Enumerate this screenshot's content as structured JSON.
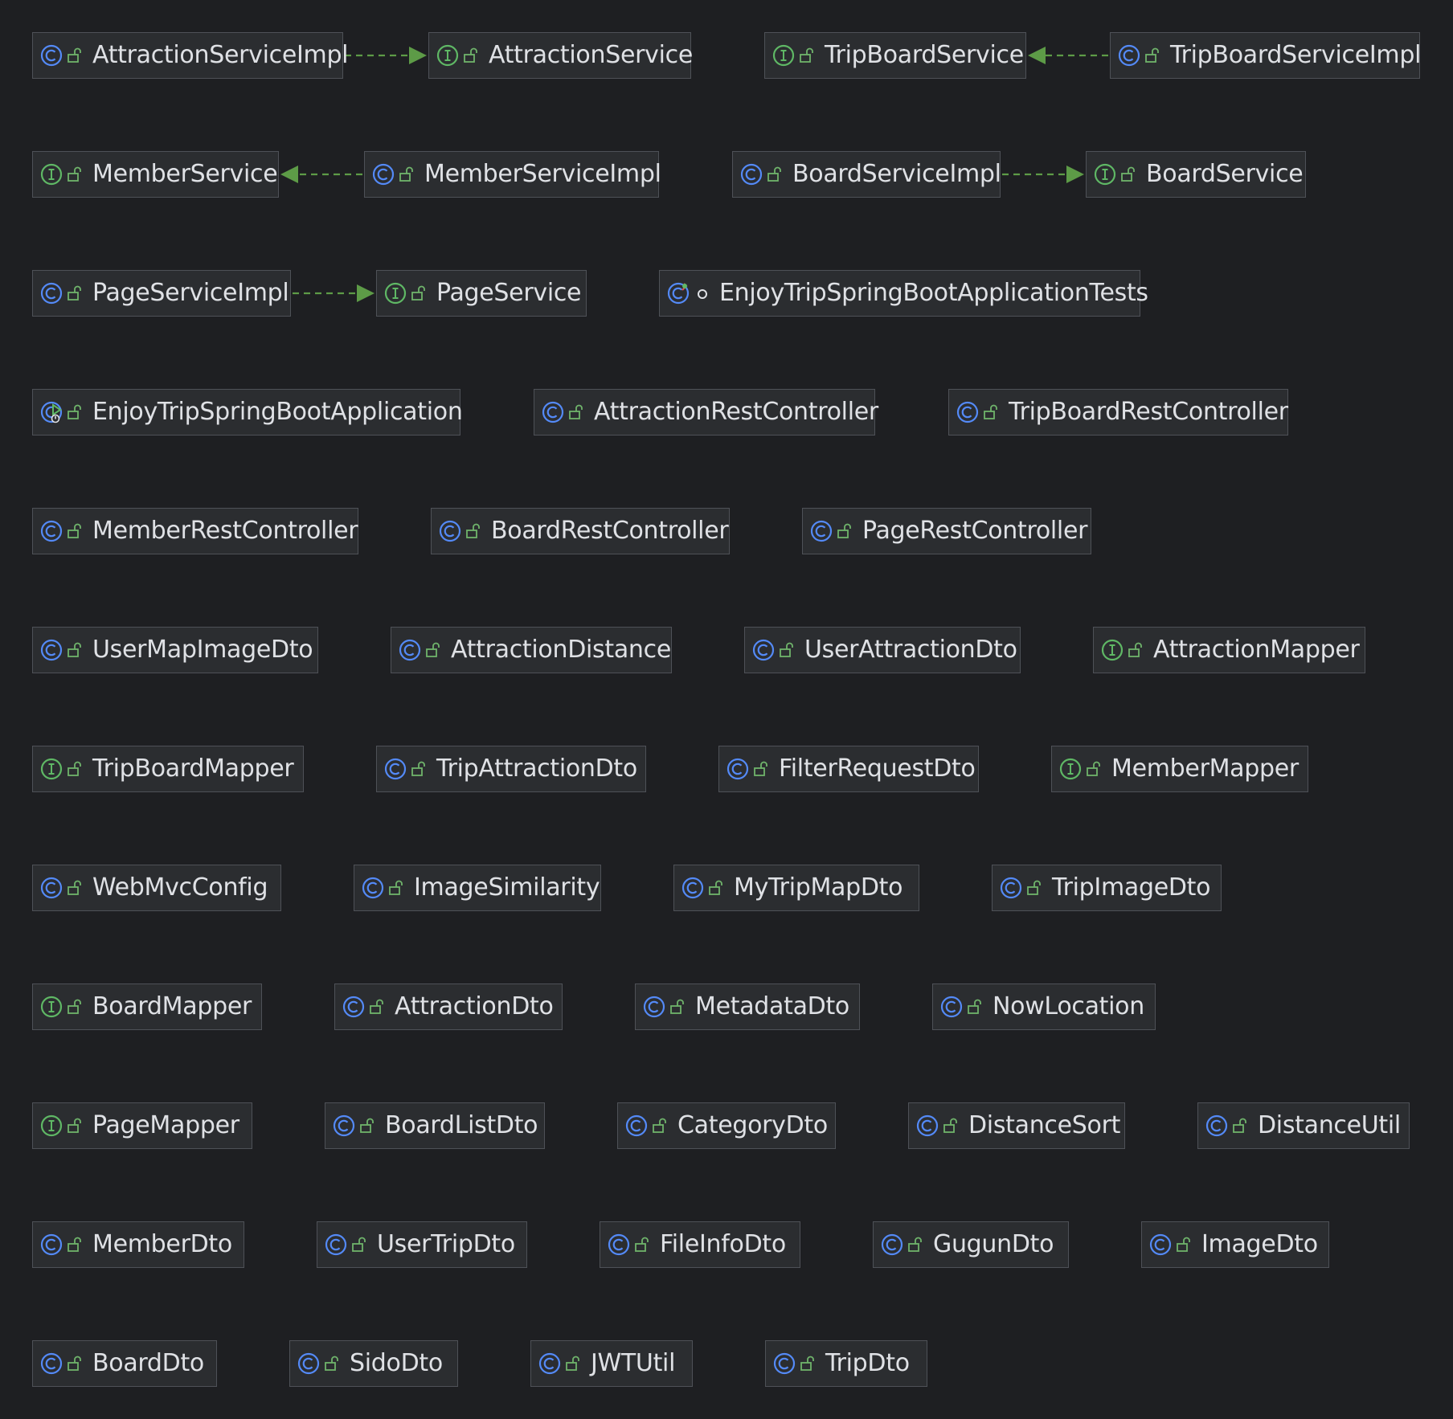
{
  "colors": {
    "background": "#1e1f22",
    "node_fill": "#2b2d30",
    "node_border": "#4e5157",
    "label": "#dfe1e5",
    "class_icon": "#548af7",
    "interface_icon": "#5fb865",
    "edge": "#5d9b47"
  },
  "diagram": {
    "nodes": [
      {
        "id": "n1",
        "label": "AttractionServiceImpl",
        "kind": "class",
        "icon": "class-icon"
      },
      {
        "id": "n2",
        "label": "AttractionService",
        "kind": "interface",
        "icon": "interface-icon"
      },
      {
        "id": "n3",
        "label": "TripBoardService",
        "kind": "interface",
        "icon": "interface-icon"
      },
      {
        "id": "n4",
        "label": "TripBoardServiceImpl",
        "kind": "class",
        "icon": "class-icon"
      },
      {
        "id": "n5",
        "label": "MemberService",
        "kind": "interface",
        "icon": "interface-icon"
      },
      {
        "id": "n6",
        "label": "MemberServiceImpl",
        "kind": "class",
        "icon": "class-icon"
      },
      {
        "id": "n7",
        "label": "BoardServiceImpl",
        "kind": "class",
        "icon": "class-icon"
      },
      {
        "id": "n8",
        "label": "BoardService",
        "kind": "interface",
        "icon": "interface-icon"
      },
      {
        "id": "n9",
        "label": "PageServiceImpl",
        "kind": "class",
        "icon": "class-icon"
      },
      {
        "id": "n10",
        "label": "PageService",
        "kind": "interface",
        "icon": "interface-icon"
      },
      {
        "id": "n11",
        "label": "EnjoyTripSpringBootApplicationTests",
        "kind": "test",
        "icon": "test-class-icon"
      },
      {
        "id": "n12",
        "label": "EnjoyTripSpringBootApplication",
        "kind": "app",
        "icon": "spring-boot-app-icon"
      },
      {
        "id": "n13",
        "label": "AttractionRestController",
        "kind": "class",
        "icon": "class-icon"
      },
      {
        "id": "n14",
        "label": "TripBoardRestController",
        "kind": "class",
        "icon": "class-icon"
      },
      {
        "id": "n15",
        "label": "MemberRestController",
        "kind": "class",
        "icon": "class-icon"
      },
      {
        "id": "n16",
        "label": "BoardRestController",
        "kind": "class",
        "icon": "class-icon"
      },
      {
        "id": "n17",
        "label": "PageRestController",
        "kind": "class",
        "icon": "class-icon"
      },
      {
        "id": "n18",
        "label": "UserMapImageDto",
        "kind": "class",
        "icon": "class-icon"
      },
      {
        "id": "n19",
        "label": "AttractionDistance",
        "kind": "class",
        "icon": "class-icon"
      },
      {
        "id": "n20",
        "label": "UserAttractionDto",
        "kind": "class",
        "icon": "class-icon"
      },
      {
        "id": "n21",
        "label": "AttractionMapper",
        "kind": "interface",
        "icon": "interface-icon"
      },
      {
        "id": "n22",
        "label": "TripBoardMapper",
        "kind": "interface",
        "icon": "interface-icon"
      },
      {
        "id": "n23",
        "label": "TripAttractionDto",
        "kind": "class",
        "icon": "class-icon"
      },
      {
        "id": "n24",
        "label": "FilterRequestDto",
        "kind": "class",
        "icon": "class-icon"
      },
      {
        "id": "n25",
        "label": "MemberMapper",
        "kind": "interface",
        "icon": "interface-icon"
      },
      {
        "id": "n26",
        "label": "WebMvcConfig",
        "kind": "class",
        "icon": "class-icon"
      },
      {
        "id": "n27",
        "label": "ImageSimilarity",
        "kind": "class",
        "icon": "class-icon"
      },
      {
        "id": "n28",
        "label": "MyTripMapDto",
        "kind": "class",
        "icon": "class-icon"
      },
      {
        "id": "n29",
        "label": "TripImageDto",
        "kind": "class",
        "icon": "class-icon"
      },
      {
        "id": "n30",
        "label": "BoardMapper",
        "kind": "interface",
        "icon": "interface-icon"
      },
      {
        "id": "n31",
        "label": "AttractionDto",
        "kind": "class",
        "icon": "class-icon"
      },
      {
        "id": "n32",
        "label": "MetadataDto",
        "kind": "class",
        "icon": "class-icon"
      },
      {
        "id": "n33",
        "label": "NowLocation",
        "kind": "class",
        "icon": "class-icon"
      },
      {
        "id": "n34",
        "label": "PageMapper",
        "kind": "interface",
        "icon": "interface-icon"
      },
      {
        "id": "n35",
        "label": "BoardListDto",
        "kind": "class",
        "icon": "class-icon"
      },
      {
        "id": "n36",
        "label": "CategoryDto",
        "kind": "class",
        "icon": "class-icon"
      },
      {
        "id": "n37",
        "label": "DistanceSort",
        "kind": "class",
        "icon": "class-icon"
      },
      {
        "id": "n38",
        "label": "DistanceUtil",
        "kind": "class",
        "icon": "class-icon"
      },
      {
        "id": "n39",
        "label": "MemberDto",
        "kind": "class",
        "icon": "class-icon"
      },
      {
        "id": "n40",
        "label": "UserTripDto",
        "kind": "class",
        "icon": "class-icon"
      },
      {
        "id": "n41",
        "label": "FileInfoDto",
        "kind": "class",
        "icon": "class-icon"
      },
      {
        "id": "n42",
        "label": "GugunDto",
        "kind": "class",
        "icon": "class-icon"
      },
      {
        "id": "n43",
        "label": "ImageDto",
        "kind": "class",
        "icon": "class-icon"
      },
      {
        "id": "n44",
        "label": "BoardDto",
        "kind": "class",
        "icon": "class-icon"
      },
      {
        "id": "n45",
        "label": "SidoDto",
        "kind": "class",
        "icon": "class-icon"
      },
      {
        "id": "n46",
        "label": "JWTUtil",
        "kind": "class",
        "icon": "class-icon"
      },
      {
        "id": "n47",
        "label": "TripDto",
        "kind": "class",
        "icon": "class-icon"
      }
    ],
    "edges": [
      {
        "from": "n1",
        "to": "n2",
        "type": "implements"
      },
      {
        "from": "n4",
        "to": "n3",
        "type": "implements"
      },
      {
        "from": "n6",
        "to": "n5",
        "type": "implements"
      },
      {
        "from": "n7",
        "to": "n8",
        "type": "implements"
      },
      {
        "from": "n9",
        "to": "n10",
        "type": "implements"
      }
    ]
  }
}
